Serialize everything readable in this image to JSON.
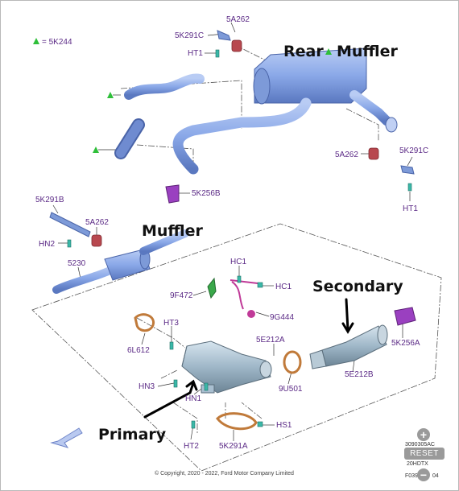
{
  "legend": {
    "text": "= 5K244",
    "marker_color": "#2fbf3a"
  },
  "callouts": {
    "rear_muffler": "Rear",
    "rear_muffler_2": "Muffler",
    "muffler": "Muffler",
    "secondary": "Secondary",
    "primary": "Primary"
  },
  "labels": {
    "5a262_top": "5A262",
    "5k291c_top": "5K291C",
    "ht1_top": "HT1",
    "5a262_right": "5A262",
    "5k291c_right": "5K291C",
    "ht1_right": "HT1",
    "5k256b": "5K256B",
    "5k291b": "5K291B",
    "5a262_left": "5A262",
    "hn2": "HN2",
    "5230": "5230",
    "hc1_top": "HC1",
    "hc1_right": "HC1",
    "9f472": "9F472",
    "9g444": "9G444",
    "ht3": "HT3",
    "6l612": "6L612",
    "5e212a": "5E212A",
    "5e212b": "5E212B",
    "5k256a": "5K256A",
    "hn3": "HN3",
    "hn1": "HN1",
    "9u501": "9U501",
    "hs1": "HS1",
    "ht2": "HT2",
    "5k291a": "5K291A"
  },
  "ref_codes": [
    "3090305AC",
    "20HDTX",
    "F039C",
    "04"
  ],
  "copyright": "© Copyright, 2020 - 2022, Ford Motor Company Limited",
  "controls": {
    "zoom_in": "+",
    "reset": "RESET",
    "zoom_out": "−"
  },
  "colors": {
    "pipe_blue": "#8aa8e8",
    "pipe_dark": "#5a78c0",
    "label_purple": "#5b2a86",
    "hanger_red": "#b8484f",
    "bracket_magenta": "#9a40c0",
    "cat_gray": "#9fb7c8",
    "gasket_orange": "#c07a3a",
    "clip_teal": "#3ab8a8"
  },
  "icons": {
    "legend_marker": "green-triangle-icon",
    "nav": "arrow-left-down-icon"
  }
}
